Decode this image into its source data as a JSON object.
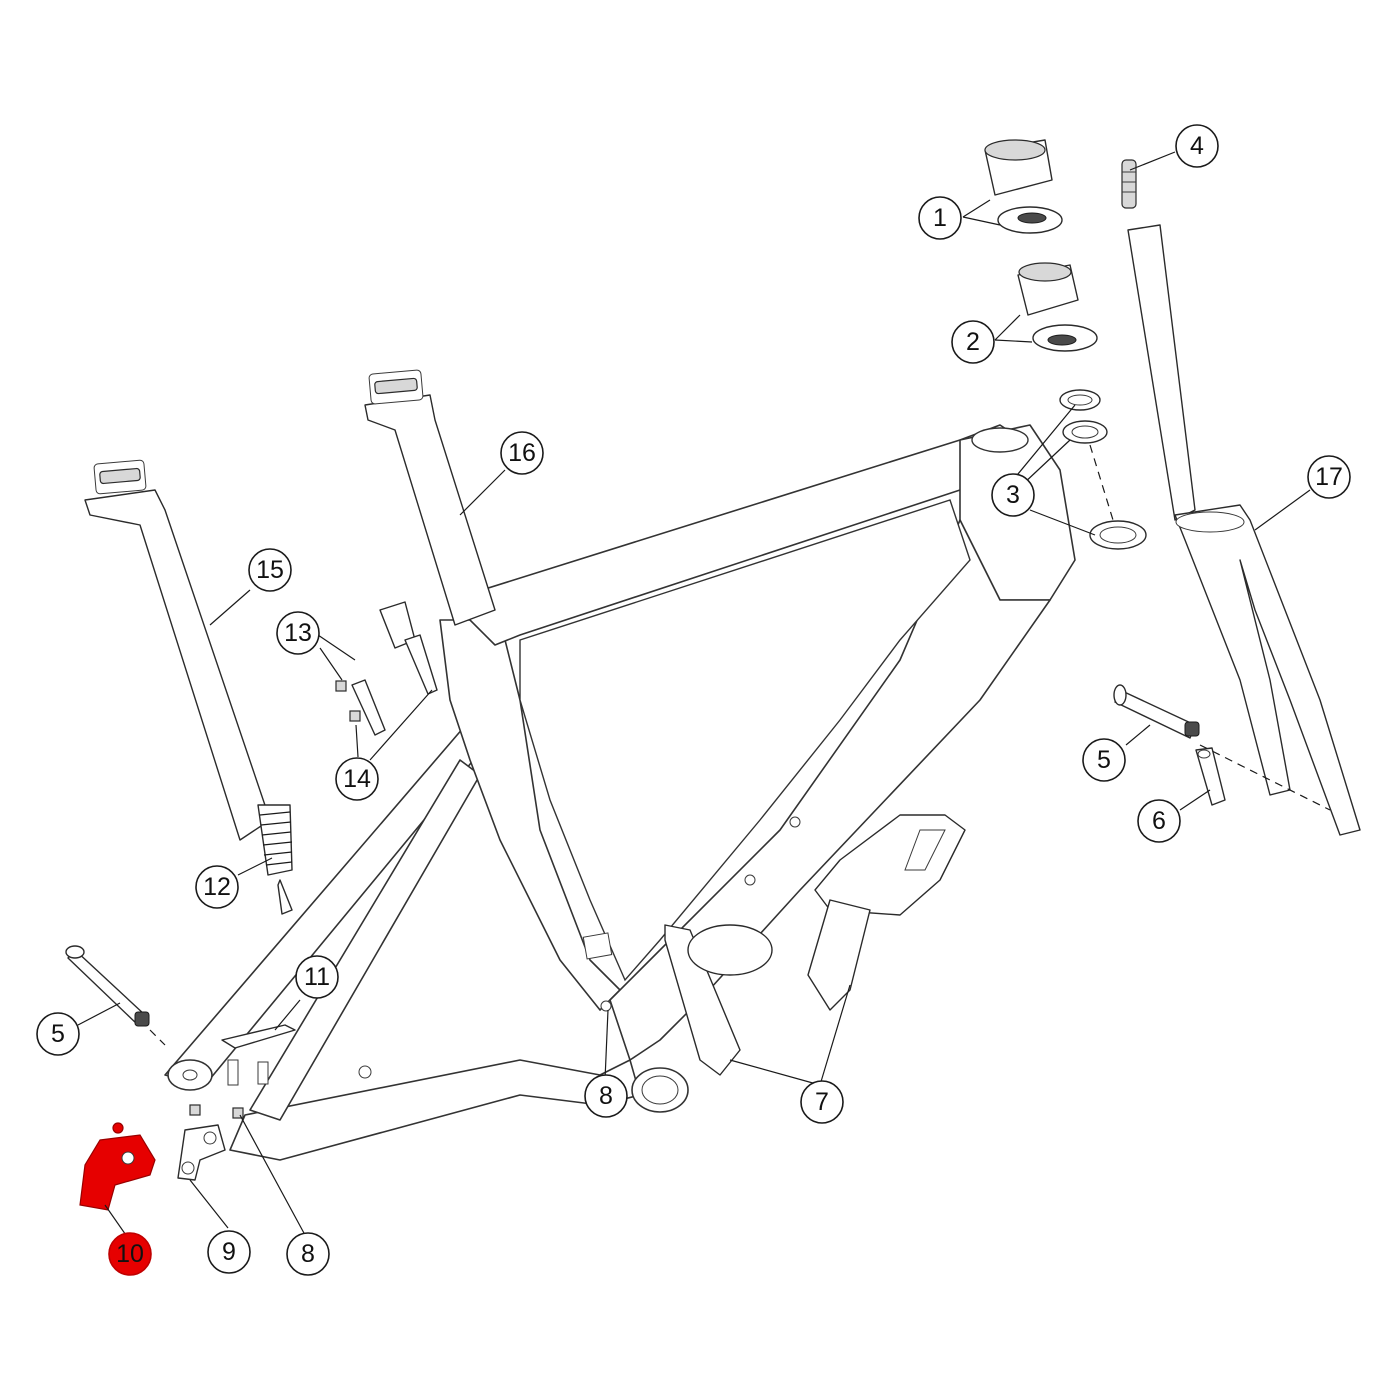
{
  "colors": {
    "highlight": "#e60000",
    "line": "#1a1a1a",
    "background": "#ffffff"
  },
  "highlighted_part": "10",
  "callouts": [
    {
      "id": "c1",
      "label": "1"
    },
    {
      "id": "c2",
      "label": "2"
    },
    {
      "id": "c3",
      "label": "3"
    },
    {
      "id": "c4",
      "label": "4"
    },
    {
      "id": "c5a",
      "label": "5"
    },
    {
      "id": "c5b",
      "label": "5"
    },
    {
      "id": "c6",
      "label": "6"
    },
    {
      "id": "c7",
      "label": "7"
    },
    {
      "id": "c8a",
      "label": "8"
    },
    {
      "id": "c8b",
      "label": "8"
    },
    {
      "id": "c9",
      "label": "9"
    },
    {
      "id": "c10",
      "label": "10"
    },
    {
      "id": "c11",
      "label": "11"
    },
    {
      "id": "c12",
      "label": "12"
    },
    {
      "id": "c13",
      "label": "13"
    },
    {
      "id": "c14",
      "label": "14"
    },
    {
      "id": "c15",
      "label": "15"
    },
    {
      "id": "c16",
      "label": "16"
    },
    {
      "id": "c17",
      "label": "17"
    }
  ]
}
